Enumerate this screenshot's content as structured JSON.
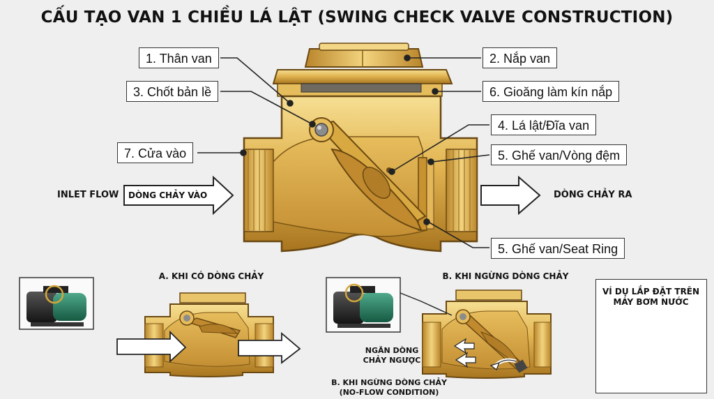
{
  "title": "CẤU TẠO VAN 1 CHIỀU LÁ LẬT (SWING CHECK VALVE CONSTRUCTION)",
  "parts": {
    "body": "1. Thân van",
    "bonnet": "2. Nắp van",
    "hinge_pin": "3. Chốt bản lề",
    "disc": "4. Lá lật/Đĩa van",
    "seat_ring_upper": "5. Ghế van/Vòng đệm",
    "seat_ring_lower": "5. Ghế van/Seat Ring",
    "bonnet_gasket": "6. Gioăng làm kín nắp",
    "inlet": "7. Cửa vào"
  },
  "flow": {
    "inlet_flow": "INLET FLOW",
    "inlet_vi": "DÒNG CHẢY VÀO",
    "outlet_vi": "DÒNG CHẢY RA"
  },
  "states": {
    "flowing_title": "A. KHI CÓ DÒNG CHẢY",
    "stopped_title": "B. KHI NGỪNG DÒNG CHẢY",
    "backflow_line1": "NGĂN DÒNG",
    "backflow_line2": "CHẢY NGƯỢC",
    "stopped_caption_line1": "B. KHI NGỪNG DÒNG CHẢY",
    "stopped_caption_line2": "(NO-FLOW CONDITION)"
  },
  "example": {
    "line1": "VÍ DỤ LẮP ĐẶT TRÊN",
    "line2": "MÁY BƠM NƯỚC"
  },
  "colors": {
    "brass_light": "#f2d27a",
    "brass_mid": "#d9a83f",
    "brass_dark": "#9a6b1c",
    "outline": "#5a3d0e",
    "background": "#efefef",
    "pump_green": "#1f7a5a"
  }
}
